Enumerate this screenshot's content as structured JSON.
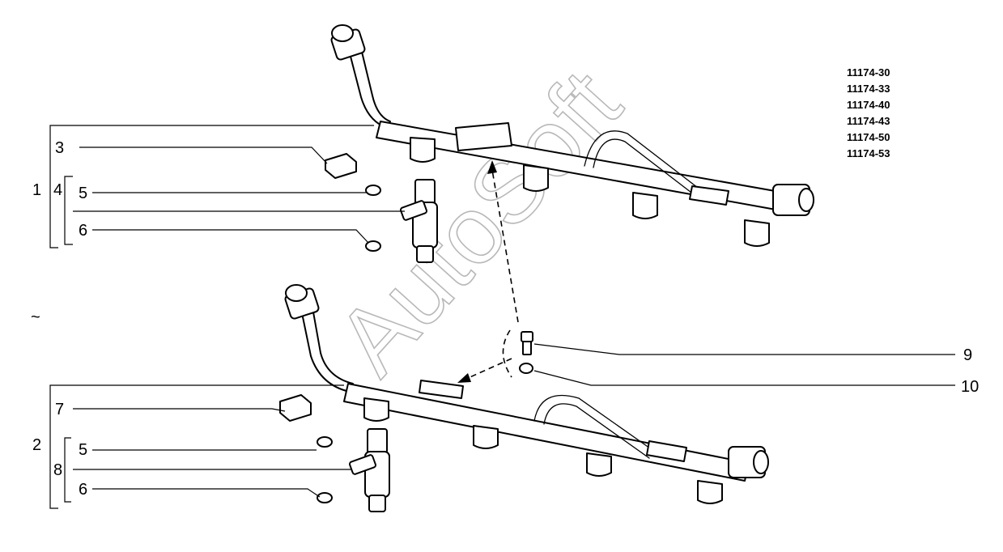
{
  "part_codes": [
    "11174-30",
    "11174-33",
    "11174-40",
    "11174-43",
    "11174-50",
    "11174-53"
  ],
  "callouts": {
    "c1": "1",
    "c2": "2",
    "c3": "3",
    "c4": "4",
    "c5a": "5",
    "c6a": "6",
    "c7": "7",
    "c8": "8",
    "c5b": "5",
    "c6b": "6",
    "c9": "9",
    "c10": "10"
  },
  "separator": "~",
  "watermark": "AutoSoft"
}
